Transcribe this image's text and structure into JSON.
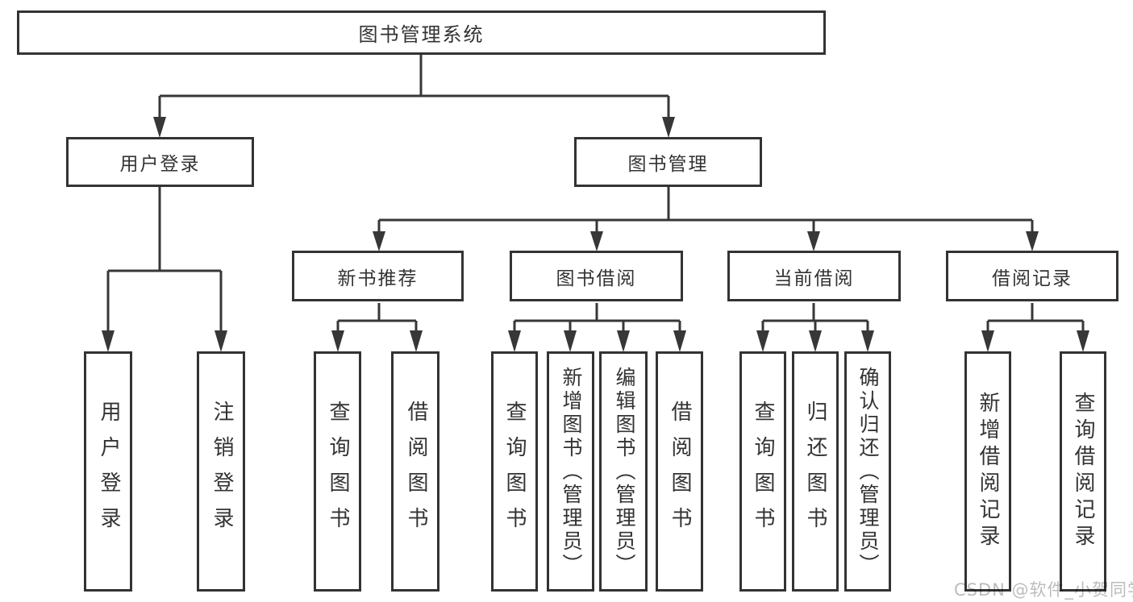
{
  "tree": {
    "label": "图书管理系统",
    "children": [
      {
        "label": "用户登录",
        "children": [
          {
            "label": "用户登录"
          },
          {
            "label": "注销登录"
          }
        ]
      },
      {
        "label": "图书管理",
        "children": [
          {
            "label": "新书推荐",
            "children": [
              {
                "label": "查询图书"
              },
              {
                "label": "借阅图书"
              }
            ]
          },
          {
            "label": "图书借阅",
            "children": [
              {
                "label": "查询图书"
              },
              {
                "label": "新增图书（管理员）"
              },
              {
                "label": "编辑图书（管理员）"
              },
              {
                "label": "借阅图书"
              }
            ]
          },
          {
            "label": "当前借阅",
            "children": [
              {
                "label": "查询图书"
              },
              {
                "label": "归还图书"
              },
              {
                "label": "确认归还（管理员）"
              }
            ]
          },
          {
            "label": "借阅记录",
            "children": [
              {
                "label": "新增借阅记录"
              },
              {
                "label": "查询借阅记录"
              }
            ]
          }
        ]
      }
    ]
  },
  "watermark": {
    "text": "CSDN @软件_小贺同学"
  },
  "colors": {
    "box_border": "#333333",
    "connector_line": "#373737",
    "text": "#333333",
    "watermark": "#bcbcbc",
    "background": "#ffffff"
  }
}
